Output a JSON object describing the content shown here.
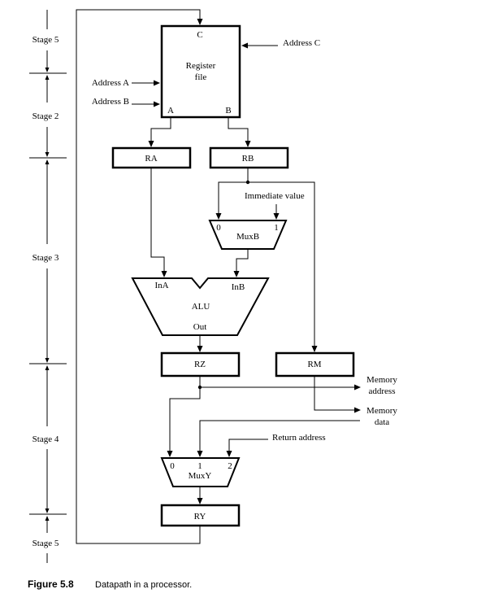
{
  "stages": {
    "s5_top": "Stage 5",
    "s2": "Stage 2",
    "s3": "Stage 3",
    "s4": "Stage 4",
    "s5_bottom": "Stage 5"
  },
  "register_file": {
    "title_line1": "Register",
    "title_line2": "file",
    "port_c": "C",
    "port_a": "A",
    "port_b": "B"
  },
  "inputs": {
    "address_c": "Address C",
    "address_a": "Address A",
    "address_b": "Address B",
    "immediate": "Immediate value",
    "return_address": "Return address"
  },
  "registers": {
    "ra": "RA",
    "rb": "RB",
    "rz": "RZ",
    "rm": "RM",
    "ry": "RY"
  },
  "muxb": {
    "label": "MuxB",
    "in0": "0",
    "in1": "1"
  },
  "alu": {
    "label": "ALU",
    "in_a": "InA",
    "in_b": "InB",
    "out": "Out"
  },
  "muxy": {
    "label": "MuxY",
    "in0": "0",
    "in1": "1",
    "in2": "2"
  },
  "outputs": {
    "mem_addr_line1": "Memory",
    "mem_addr_line2": "address",
    "mem_data_line1": "Memory",
    "mem_data_line2": "data"
  },
  "caption": {
    "label": "Figure 5.8",
    "text": "Datapath in a processor."
  }
}
